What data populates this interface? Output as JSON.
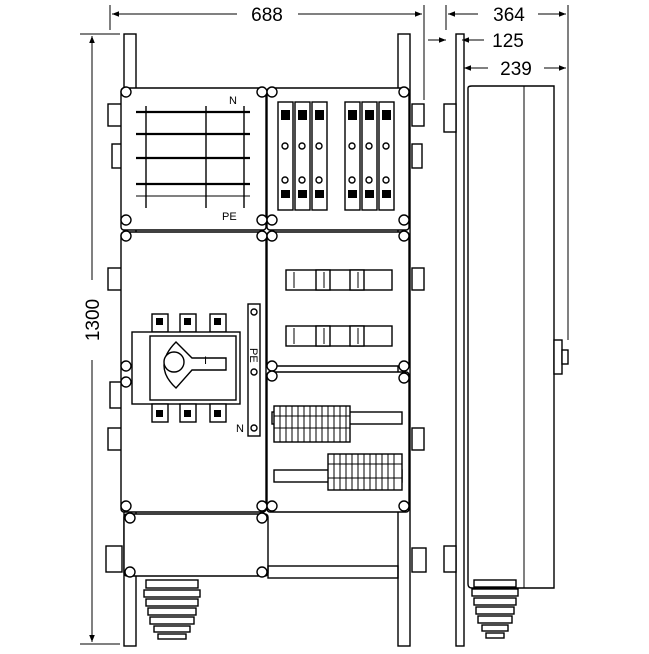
{
  "dimensions": {
    "front_width": "688",
    "height": "1300",
    "side_depth": "364",
    "side_offset": "125",
    "side_body": "239"
  },
  "labels": {
    "n_top": "N",
    "pe_top": "PE",
    "pe_bar": "PE",
    "n_bar": "N",
    "switch_mark": "I"
  }
}
